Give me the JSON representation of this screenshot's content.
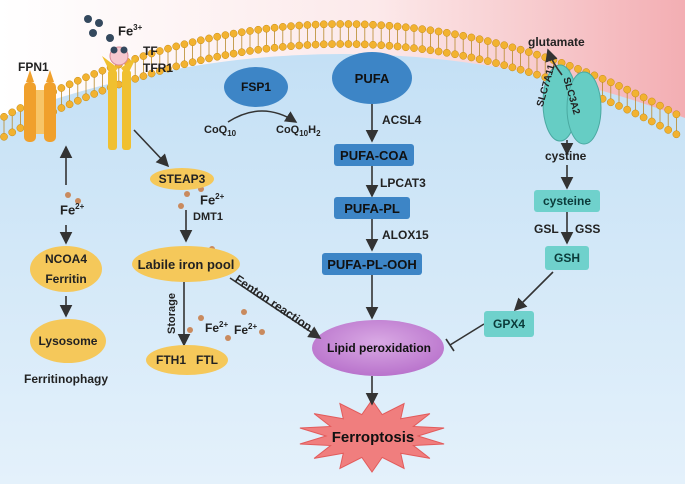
{
  "labels": {
    "fe3": "Fe",
    "fe3_sup": "3+",
    "tf": "TF",
    "tfr1": "TFR1",
    "fpn1": "FPN1",
    "fsp1": "FSP1",
    "pufa": "PUFA",
    "glutamate": "glutamate",
    "slc7a11": "SLC7A11",
    "slc3a2": "SLC3A2",
    "coq10": "CoQ",
    "coq10_sub": "10",
    "coq10h2": "CoQ",
    "coq10h2_sub": "10",
    "coq10h2_h": "H",
    "coq10h2_h_sub": "2",
    "acsl4": "ACSL4",
    "pufa_coa": "PUFA-COA",
    "lpcat3": "LPCAT3",
    "pufa_pl": "PUFA-PL",
    "alox15": "ALOX15",
    "pufa_pl_ooh": "PUFA-PL-OOH",
    "cystine": "cystine",
    "cysteine": "cysteine",
    "gsl": "GSL",
    "gss": "GSS",
    "gsh": "GSH",
    "gpx4": "GPX4",
    "steap3": "STEAP3",
    "fe2_steap": "Fe",
    "fe2_steap_sup": "2+",
    "dmt1": "DMT1",
    "labile_iron_pool": "Labile iron pool",
    "fenton_reaction": "Fenton reaction",
    "storage": "Storage",
    "fe2_storage_a": "Fe",
    "fe2_storage_a_sup": "2+",
    "fe2_storage_b": "Fe",
    "fe2_storage_b_sup": "2+",
    "fth1": "FTH1",
    "ftl": "FTL",
    "fe2_left": "Fe",
    "fe2_left_sup": "2+",
    "ncoa4": "NCOA4",
    "ferritin": "Ferritin",
    "lysosome": "Lysosome",
    "ferritinophagy": "Ferritinophagy",
    "lipid_peroxidation": "Lipid peroxidation",
    "ferroptosis": "Ferroptosis"
  },
  "colors": {
    "extracellular": "#f6c1c4",
    "cytoplasm": "#cfe6f7",
    "lipid_head": "#f2b230",
    "pathway_box": "#3d85c6",
    "gsh_box": "#6fd1cc",
    "iron_ellipse": "#f5c85a",
    "lipid_perox": "#c88ad6",
    "ferroptosis_star": "#f07e7e",
    "iron_dot": "#c98a5e"
  }
}
